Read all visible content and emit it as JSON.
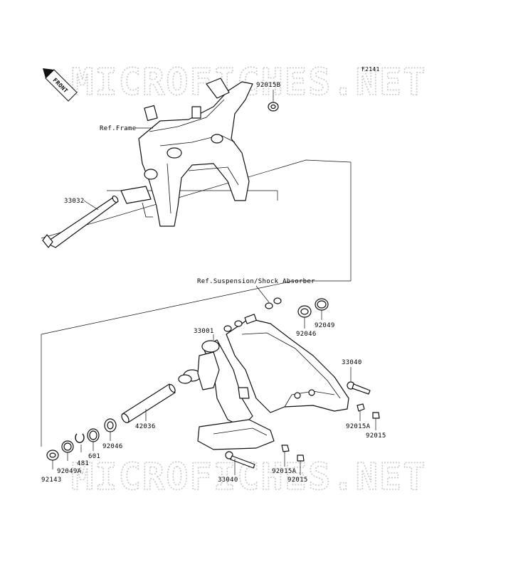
{
  "figure_id": "F2141",
  "watermark": "MICROFICHES.NET",
  "front_label": "FRONT",
  "labels": {
    "ref_frame": "Ref.Frame",
    "ref_suspension": "Ref.Suspension/Shock Absorber",
    "p92015B": "92015B",
    "p33032": "33032",
    "p33001": "33001",
    "p92046_top": "92046",
    "p92049": "92049",
    "p33040_right": "33040",
    "p92015A_right": "92015A",
    "p92015_right": "92015",
    "p42036": "42036",
    "p92046_bottom": "92046",
    "p601": "601",
    "p481": "481",
    "p92049A": "92049A",
    "p92143": "92143",
    "p33040_bottom": "33040",
    "p92015A_bottom": "92015A",
    "p92015_bottom": "92015"
  }
}
